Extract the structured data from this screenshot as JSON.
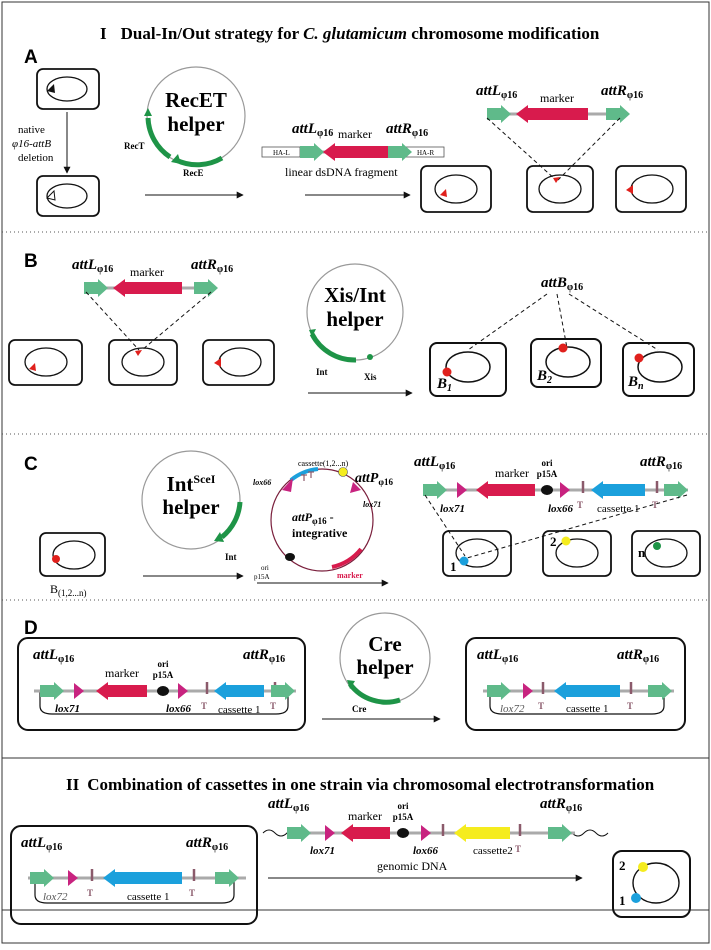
{
  "section1": {
    "numeral": "I",
    "title_prefix": "Dual-In/Out strategy for ",
    "title_species": "C. glutamicum",
    "title_suffix": " chromosome modification"
  },
  "section2": {
    "numeral": "II",
    "title": "Combination of cassettes in one strain via chromosomal electrotransformation"
  },
  "labels": {
    "attL": "attL",
    "attR": "attR",
    "attB": "attB",
    "attP": "attP",
    "phi16": "φ16",
    "marker": "marker",
    "ori": "ori",
    "p15A": "p15A",
    "lox71": "lox71",
    "lox66": "lox66",
    "lox72": "lox72",
    "cassette1": "cassette 1",
    "cassette1_C": "cassette 1",
    "cassette2": "cassette2",
    "cassette_multi": "cassette(1,2...n)",
    "terminator": "T",
    "integrative": "integrative",
    "num1": "1",
    "num2": "2",
    "numn": "n"
  },
  "panelA": {
    "letter": "A",
    "native1": "native",
    "native2": "φ16-attB",
    "native3": "deletion",
    "helper1": "RecET",
    "helper2": "helper",
    "recT": "RecT",
    "recE": "RecE",
    "haL": "HA-L",
    "haR": "HA-R",
    "fragment_caption": "linear dsDNA fragment"
  },
  "panelB": {
    "letter": "B",
    "helper1": "Xis/Int",
    "helper2": "helper",
    "int": "Int",
    "xis": "Xis",
    "b1": "B",
    "b1sub": "1",
    "b2": "B",
    "b2sub": "2",
    "bn": "B",
    "bnsub": "n"
  },
  "panelC": {
    "letter": "C",
    "helper1": "Int",
    "helper1sup": "SceI",
    "helper2": "helper",
    "int": "Int",
    "b_label": "B",
    "b_sub": "(1,2...n)",
    "plasmid_marker": "marker"
  },
  "panelD": {
    "letter": "D",
    "helper1": "Cre",
    "helper2": "helper",
    "cre": "Cre"
  },
  "panelII": {
    "genomic": "genomic DNA"
  },
  "colors": {
    "att_green": "#5fba8a",
    "marker_red": "#d81b4d",
    "lox_magenta": "#c8237f",
    "cassette_blue": "#1ba0dc",
    "cassette_yellow": "#f5ec1e",
    "helper_green": "#1e9447",
    "terminator": "#8b5a6b",
    "ori_black": "#111111",
    "site_red": "#e0201c",
    "backbone_gray": "#aaaaaa"
  }
}
